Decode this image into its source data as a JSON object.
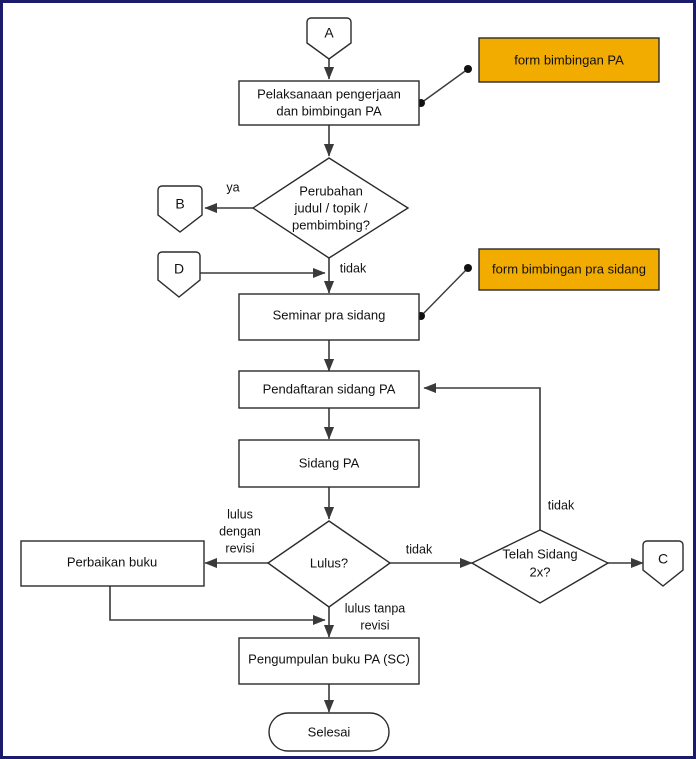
{
  "diagram": {
    "title": "Flowchart Pelaksanaan dan Sidang PA",
    "frame_color": "#1b1b6b",
    "annotation_fill": "#F2AC00",
    "shape_stroke": "#2b2b2b",
    "line_color": "#3a3a3a"
  },
  "connectors": {
    "a": "A",
    "b": "B",
    "c": "C",
    "d": "D"
  },
  "processes": {
    "pelaksanaan_line1": "Pelaksanaan pengerjaan",
    "pelaksanaan_line2": "dan bimbingan PA",
    "seminar": "Seminar pra sidang",
    "pendaftaran": "Pendaftaran sidang PA",
    "sidang": "Sidang PA",
    "perbaikan": "Perbaikan buku",
    "pengumpulan": "Pengumpulan buku PA (SC)"
  },
  "decisions": {
    "perubahan_line1": "Perubahan",
    "perubahan_line2": "judul / topik /",
    "perubahan_line3": "pembimbing?",
    "lulus": "Lulus?",
    "telah_sidang_line1": "Telah Sidang",
    "telah_sidang_line2": "2x?"
  },
  "terminal": {
    "selesai": "Selesai"
  },
  "annotations": {
    "form_bimbingan_pa": "form bimbingan PA",
    "form_bimbingan_pra_sidang": "form bimbingan pra sidang"
  },
  "edge_labels": {
    "ya": "ya",
    "tidak_perubahan": "tidak",
    "tidak_lulus": "tidak",
    "tidak_telah_sidang": "tidak",
    "lulus_dengan_l1": "lulus",
    "lulus_dengan_l2": "dengan",
    "lulus_dengan_l3": "revisi",
    "lulus_tanpa_l1": "lulus tanpa",
    "lulus_tanpa_l2": "revisi"
  }
}
